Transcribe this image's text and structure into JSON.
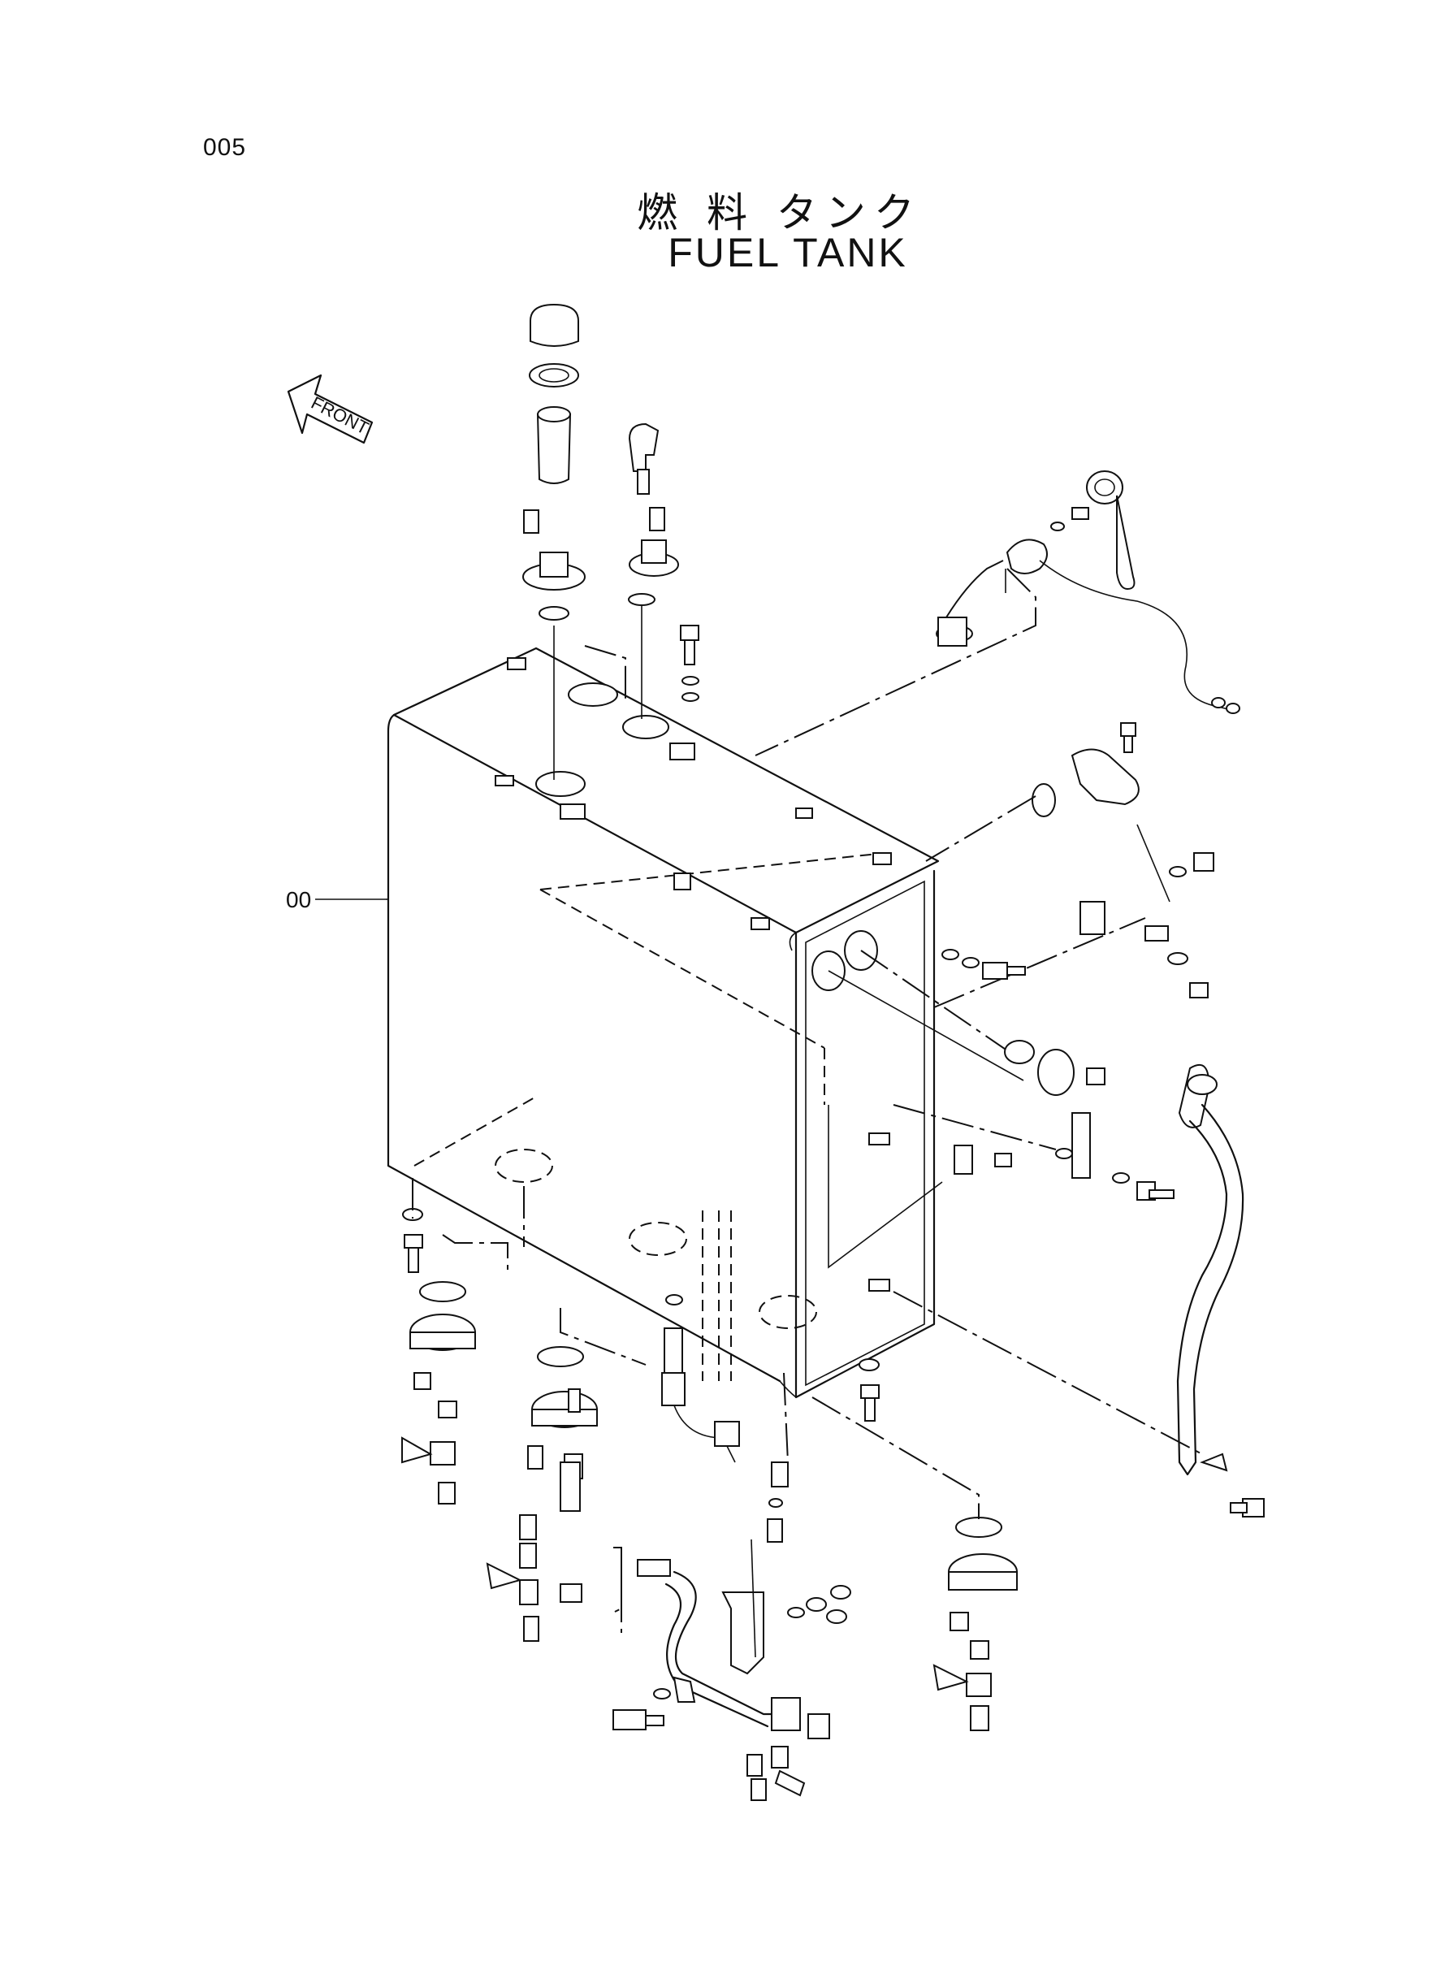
{
  "page_number": "005",
  "title_jp": "燃 料 タンク",
  "title_en": "FUEL  TANK",
  "direction_label": "FRONT",
  "callout_label": "00"
}
